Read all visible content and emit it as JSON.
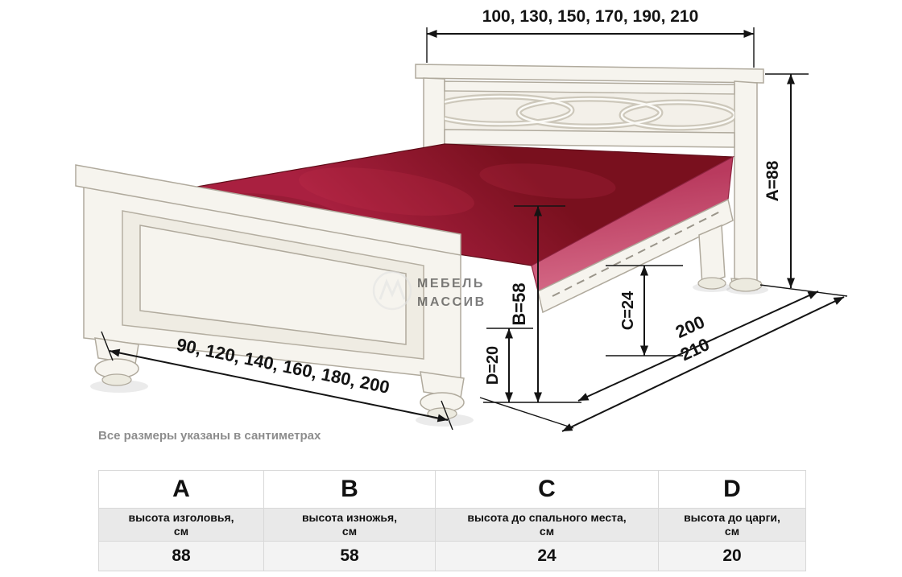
{
  "note": "Все размеры указаны в сантиметрах",
  "watermark": {
    "brand_line1": "МЕБЕЛЬ",
    "brand_line2": "МАССИВ"
  },
  "dimensions": {
    "headboard_width_options": "100, 130, 150, 170, 190, 210",
    "bed_width_options": "90, 120, 140, 160, 180, 200",
    "sleeping_length": "200",
    "overall_length": "210",
    "A_label": "А=88",
    "B_label": "В=58",
    "C_label": "С=24",
    "D_label": "D=20"
  },
  "table": {
    "columns": [
      {
        "letter": "А",
        "description": "высота изголовья,",
        "unit": "см",
        "value": "88"
      },
      {
        "letter": "В",
        "description": "высота изножья,",
        "unit": "см",
        "value": "58"
      },
      {
        "letter": "С",
        "description": "высота до спального места,",
        "unit": "см",
        "value": "24"
      },
      {
        "letter": "D",
        "description": "высота до царги,",
        "unit": "см",
        "value": "20"
      }
    ]
  },
  "colors": {
    "mattress_top": "#8c1527",
    "mattress_side": "#c8536f",
    "wood": "#f6f4ee",
    "dimension_ink": "#141414",
    "table_row_gray": "#e9e9e9"
  }
}
